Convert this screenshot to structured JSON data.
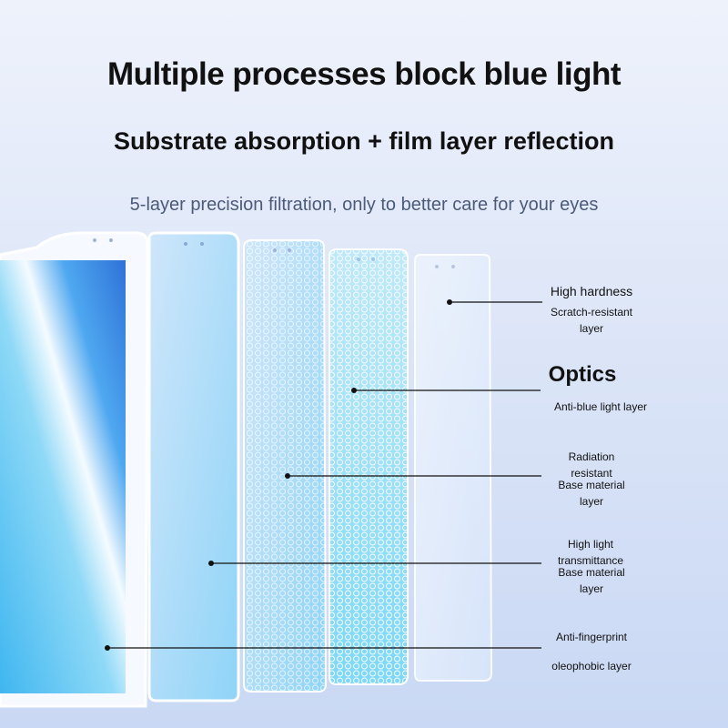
{
  "headline": {
    "title": "Multiple processes block blue light",
    "subtitle": "Substrate absorption + film layer reflection",
    "tagline": "5-layer precision filtration, only to better care for your eyes"
  },
  "layers": [
    {
      "title": "High hardness",
      "subtitle": "Scratch-resistant layer"
    },
    {
      "title": "Optics",
      "subtitle": "Anti-blue light layer"
    },
    {
      "title": "Radiation resistant",
      "subtitle": "Base material layer"
    },
    {
      "title": "High light transmittance",
      "subtitle": "Base material layer"
    },
    {
      "title": "Anti-fingerprint",
      "subtitle": "oleophobic layer"
    }
  ],
  "colors": {
    "accent": "#3fb6f0",
    "text": "#111111",
    "muted": "#4a5a78"
  }
}
